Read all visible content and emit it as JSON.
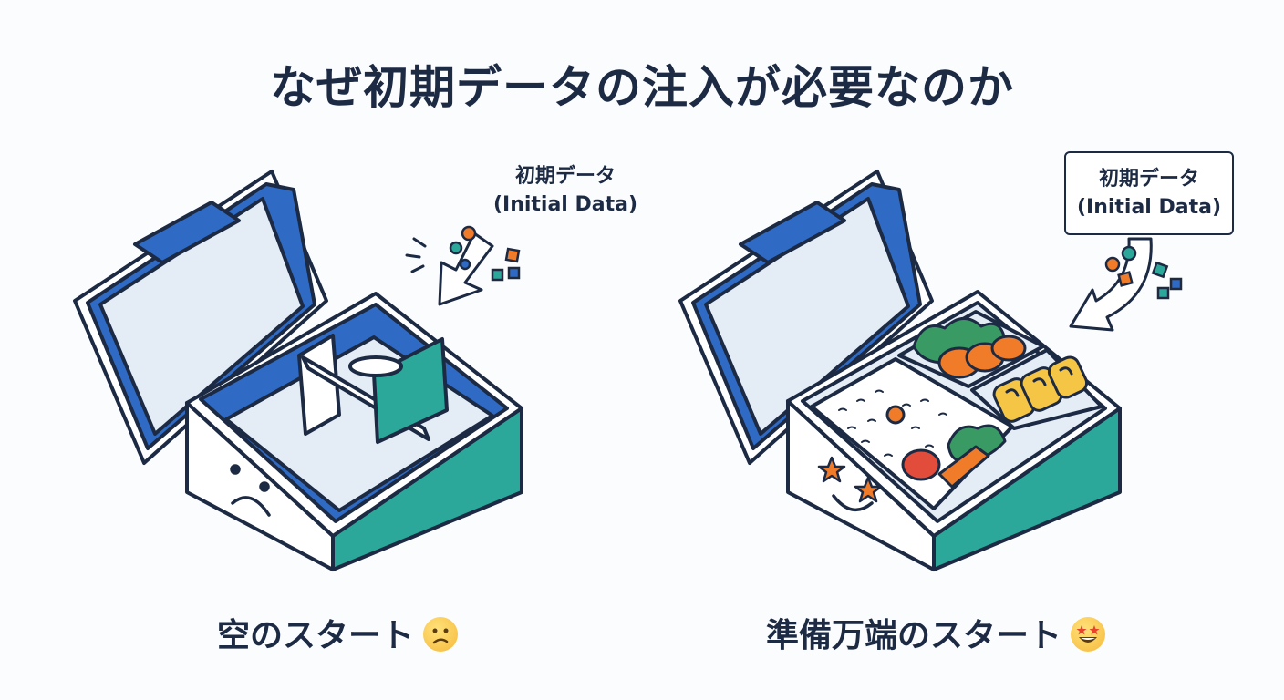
{
  "title": "なぜ初期データの注入が必要なのか",
  "left": {
    "label_line1": "初期データ",
    "label_line2": "(Initial Data)",
    "caption": "空のスタート",
    "emoji_icon": "confused-face-icon"
  },
  "right": {
    "label_line1": "初期データ",
    "label_line2": "(Initial Data)",
    "caption": "準備万端のスタート",
    "emoji_icon": "star-struck-face-icon"
  },
  "colors": {
    "navy": "#1c2a44",
    "blue": "#2f6bc4",
    "teal": "#2ba89a",
    "lid_panel": "#e4ecf6",
    "orange": "#f07c2a",
    "yellow": "#f5c545",
    "green": "#3a9a63"
  }
}
